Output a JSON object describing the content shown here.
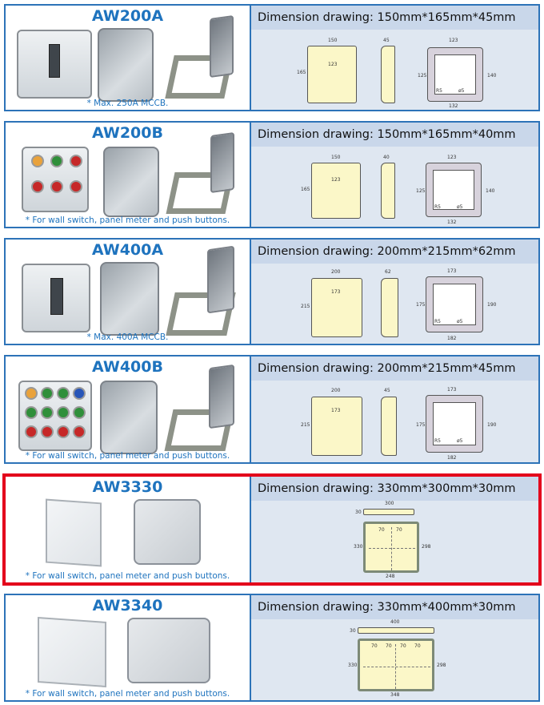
{
  "products": [
    {
      "model": "AW200A",
      "note": "* Max. 250A MCCB.",
      "dimension": "Dimension drawing: 150mm*165mm*45mm",
      "drawing": {
        "front_w": "150",
        "front_h": "165",
        "inner": "123",
        "inner_v": "125",
        "depth": "45",
        "cut_w": "123",
        "cut_h": "125",
        "cut_h2": "140",
        "cut_b": "132",
        "radius": "R5",
        "hole": "ø5"
      }
    },
    {
      "model": "AW200B",
      "note": "* For wall switch, panel meter and push buttons.",
      "dimension": "Dimension drawing: 150mm*165mm*40mm",
      "drawing": {
        "front_w": "150",
        "front_h": "165",
        "inner": "123",
        "inner_v": "125",
        "depth": "40",
        "cut_w": "123",
        "cut_h": "125",
        "cut_h2": "140",
        "cut_b": "132",
        "radius": "R5",
        "hole": "ø5"
      }
    },
    {
      "model": "AW400A",
      "note": "* Max. 400A MCCB.",
      "dimension": "Dimension drawing: 200mm*215mm*62mm",
      "drawing": {
        "front_w": "200",
        "front_h": "215",
        "inner": "173",
        "inner_v": "175",
        "depth": "62",
        "cut_w": "173",
        "cut_h": "175",
        "cut_h2": "190",
        "cut_b": "182",
        "radius": "R5",
        "hole": "ø5"
      }
    },
    {
      "model": "AW400B",
      "note": "* For wall switch, panel meter and push buttons.",
      "dimension": "Dimension drawing: 200mm*215mm*45mm",
      "drawing": {
        "front_w": "200",
        "front_h": "215",
        "inner": "173",
        "inner_v": "175",
        "depth": "45",
        "cut_w": "173",
        "cut_h": "175",
        "cut_h2": "190",
        "cut_b": "182",
        "radius": "R5",
        "hole": "ø5"
      }
    },
    {
      "model": "AW3330",
      "note": "* For wall switch, panel meter and push buttons.",
      "dimension": "Dimension drawing: 330mm*300mm*30mm",
      "drawing": {
        "top_w": "300",
        "top_d": "30",
        "grid": "70",
        "left_h": "330",
        "right_h": "298",
        "bottom_w": "248"
      }
    },
    {
      "model": "AW3340",
      "note": "* For wall switch, panel meter and push buttons.",
      "dimension": "Dimension drawing: 330mm*400mm*30mm",
      "drawing": {
        "top_w": "400",
        "top_d": "30",
        "grid": "70",
        "left_h": "330",
        "right_h": "298",
        "bottom_w": "348"
      }
    }
  ],
  "colors": {
    "frame_blue": "#2d73b8",
    "highlight_red": "#e3001b",
    "title_blue": "#1e73be",
    "panel_bg": "#dfe7f1"
  }
}
